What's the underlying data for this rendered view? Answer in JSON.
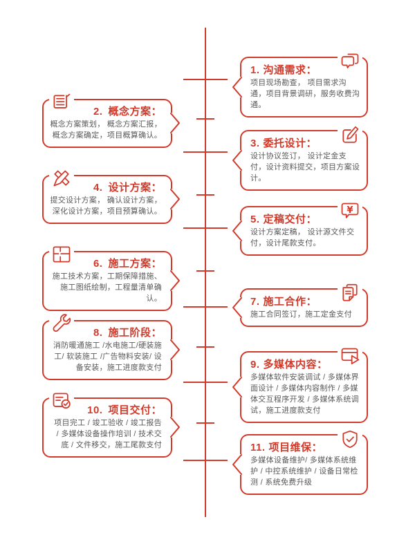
{
  "colors": {
    "accent": "#d03a2b",
    "body_text": "#5a5858",
    "background": "#ffffff"
  },
  "timeline": {
    "items": [
      {
        "num": "1.",
        "title": "沟通需求：",
        "body": "项目现场勘查， 项目需求沟通，项目背景调研，服务收费沟通。",
        "icon": "chat-icon"
      },
      {
        "num": "2.",
        "title": "概念方案：",
        "body": "概念方案策划， 概念方案汇报，概念方案确定，项目概算确认。",
        "icon": "document-lines-icon"
      },
      {
        "num": "3.",
        "title": "委托设计：",
        "body": "设计协议签订， 设计定金支付，设计资料提交，项目方案设计。",
        "icon": "edit-square-icon"
      },
      {
        "num": "4.",
        "title": "设计方案：",
        "body": "提交设计方案， 确认设计方案，深化设计方案，项目预算确认。",
        "icon": "design-pens-icon"
      },
      {
        "num": "5.",
        "title": "定稿交付：",
        "body": "设计方案定稿， 设计源文件交付，设计尾款支付。",
        "icon": "yuan-bubble-icon"
      },
      {
        "num": "6.",
        "title": "施工方案：",
        "body": "施工技术方案，工期保障措施、施工图纸绘制，工程量清单确认。",
        "icon": "floorplan-icon"
      },
      {
        "num": "7.",
        "title": "施工合作：",
        "body": "施工合同签订，施工定金支付",
        "icon": "contract-docs-icon"
      },
      {
        "num": "8.",
        "title": "施工阶段：",
        "body": "消防暖通施工 /水电施工/硬装施工/ 软装施工 /广告物料安装/ 设备安装，施工进度款支付",
        "icon": "wrench-icon"
      },
      {
        "num": "9.",
        "title": "多媒体内容：",
        "body": "多媒体软件安装调试 / 多媒体界面设计 / 多媒体内容制作 / 多媒体交互程序开发 / 多媒体系统调试，施工进度款支付",
        "icon": "media-play-icon"
      },
      {
        "num": "10.",
        "title": "项目交付：",
        "body": "项目完工 / 竣工验收 / 竣工报告 / 多媒体设备操作培训 / 技术交底 / 文件移交，施工尾款支付",
        "icon": "task-check-icon"
      },
      {
        "num": "11.",
        "title": "项目维保：",
        "body": "多媒体设备维护/ 多媒体系统维护 / 中控系统维护 / 设备日常检测 / 系统免费升级",
        "icon": "shield-check-icon"
      }
    ]
  }
}
